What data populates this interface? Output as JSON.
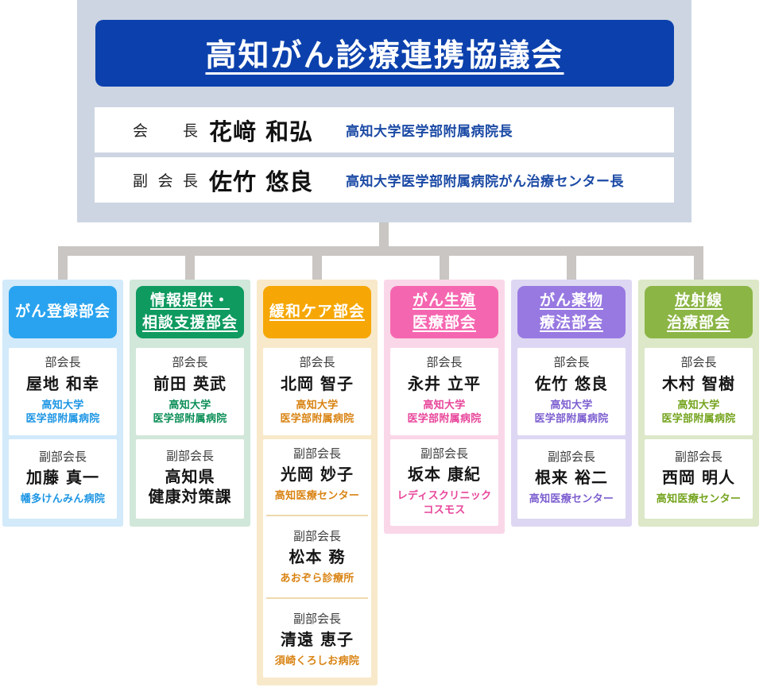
{
  "council": {
    "title": "高知がん診療連携協議会",
    "colors": {
      "panel_bg": "#cdd5e2",
      "title_bg": "#0c41ad",
      "title_text": "#ffffff",
      "officer_org_text": "#1b4aa5"
    },
    "officers": [
      {
        "role": "会　長",
        "name": "花﨑 和弘",
        "org": "高知大学医学部附属病院長"
      },
      {
        "role": "副会長",
        "name": "佐竹 悠良",
        "org": "高知大学医学部附属病院がん治療センター長"
      }
    ]
  },
  "connectors": {
    "color": "#c9c6c3"
  },
  "subcommittees": [
    {
      "id": "cancer-registry",
      "title_lines": [
        "がん登録部会"
      ],
      "title_underlined": false,
      "colors": {
        "header_bg": "#29a3ef",
        "panel_bg": "#d2eafa",
        "accent_text": "#1e96e4"
      },
      "cards": [
        {
          "entries": [
            {
              "role": "部会長",
              "name_lines": [
                "屋地 和幸"
              ],
              "org_lines": [
                "高知大学",
                "医学部附属病院"
              ]
            }
          ]
        },
        {
          "entries": [
            {
              "role": "副部会長",
              "name_lines": [
                "加藤 真一"
              ],
              "org_lines": [
                "幡多けんみん病院"
              ]
            }
          ]
        }
      ]
    },
    {
      "id": "information-consultation-support",
      "title_lines": [
        "情報提供・",
        "相談支援部会"
      ],
      "title_underlined": true,
      "colors": {
        "header_bg": "#0f9a60",
        "panel_bg": "#d1e7d9",
        "accent_text": "#0d8f58"
      },
      "cards": [
        {
          "entries": [
            {
              "role": "部会長",
              "name_lines": [
                "前田 英武"
              ],
              "org_lines": [
                "高知大学",
                "医学部附属病院"
              ]
            }
          ]
        },
        {
          "entries": [
            {
              "role": "副部会長",
              "name_lines": [
                "高知県",
                "健康対策課"
              ],
              "org_lines": []
            }
          ]
        }
      ]
    },
    {
      "id": "palliative-care",
      "title_lines": [
        "緩和ケア部会"
      ],
      "title_underlined": true,
      "colors": {
        "header_bg": "#f6a705",
        "panel_bg": "#f8e9ca",
        "accent_text": "#d98414",
        "divider": "#eed9ac"
      },
      "cards": [
        {
          "entries": [
            {
              "role": "部会長",
              "name_lines": [
                "北岡 智子"
              ],
              "org_lines": [
                "高知大学",
                "医学部附属病院"
              ]
            }
          ]
        },
        {
          "entries": [
            {
              "role": "副部会長",
              "name_lines": [
                "光岡 妙子"
              ],
              "org_lines": [
                "高知医療センター"
              ]
            },
            {
              "role": "副部会長",
              "name_lines": [
                "松本 務"
              ],
              "org_lines": [
                "あおぞら診療所"
              ]
            },
            {
              "role": "副部会長",
              "name_lines": [
                "清遠 恵子"
              ],
              "org_lines": [
                "須崎くろしお病院"
              ]
            }
          ]
        }
      ]
    },
    {
      "id": "oncofertility",
      "title_lines": [
        "がん生殖",
        "医療部会"
      ],
      "title_underlined": true,
      "colors": {
        "header_bg": "#f566b0",
        "panel_bg": "#fad7e8",
        "accent_text": "#e8469b"
      },
      "cards": [
        {
          "entries": [
            {
              "role": "部会長",
              "name_lines": [
                "永井 立平"
              ],
              "org_lines": [
                "高知大学",
                "医学部附属病院"
              ]
            }
          ]
        },
        {
          "entries": [
            {
              "role": "副部会長",
              "name_lines": [
                "坂本 康紀"
              ],
              "org_lines": [
                "レディスクリニック",
                "コスモス"
              ]
            }
          ]
        }
      ]
    },
    {
      "id": "cancer-drug-therapy",
      "title_lines": [
        "がん薬物",
        "療法部会"
      ],
      "title_underlined": true,
      "colors": {
        "header_bg": "#9879e1",
        "panel_bg": "#ded7f3",
        "accent_text": "#7d5fd0"
      },
      "cards": [
        {
          "entries": [
            {
              "role": "部会長",
              "name_lines": [
                "佐竹 悠良"
              ],
              "org_lines": [
                "高知大学",
                "医学部附属病院"
              ]
            }
          ]
        },
        {
          "entries": [
            {
              "role": "副部会長",
              "name_lines": [
                "根来 裕二"
              ],
              "org_lines": [
                "高知医療センター"
              ]
            }
          ]
        }
      ]
    },
    {
      "id": "radiation-therapy",
      "title_lines": [
        "放射線",
        "治療部会"
      ],
      "title_underlined": true,
      "colors": {
        "header_bg": "#8bb545",
        "panel_bg": "#dce8c8",
        "accent_text": "#75a41f"
      },
      "cards": [
        {
          "entries": [
            {
              "role": "部会長",
              "name_lines": [
                "木村 智樹"
              ],
              "org_lines": [
                "高知大学",
                "医学部附属病院"
              ]
            }
          ]
        },
        {
          "entries": [
            {
              "role": "副部会長",
              "name_lines": [
                "西岡 明人"
              ],
              "org_lines": [
                "高知医療センター"
              ]
            }
          ]
        }
      ]
    }
  ]
}
